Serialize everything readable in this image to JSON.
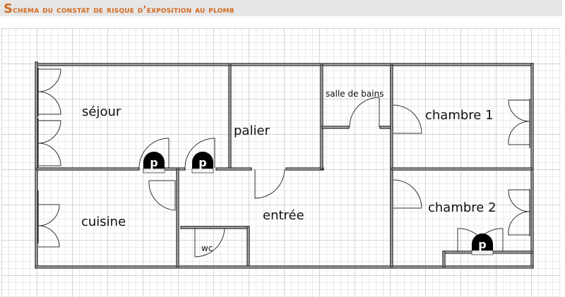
{
  "header": {
    "title_first": "S",
    "title_rest": "chema du constat de risque d’exposition au plomb"
  },
  "plan": {
    "rooms": [
      {
        "id": "sejour",
        "label": "séjour"
      },
      {
        "id": "palier",
        "label": "palier"
      },
      {
        "id": "salle-de-bains",
        "label": "salle de bains"
      },
      {
        "id": "chambre-1",
        "label": "chambre 1"
      },
      {
        "id": "cuisine",
        "label": "cuisine"
      },
      {
        "id": "entree",
        "label": "entrée"
      },
      {
        "id": "wc",
        "label": "wc"
      },
      {
        "id": "chambre-2",
        "label": "chambre 2"
      }
    ],
    "markers": [
      {
        "label": "P",
        "location": "séjour / cuisine door"
      },
      {
        "label": "P",
        "location": "séjour / entrée door"
      },
      {
        "label": "P",
        "location": "chambre 2 window"
      }
    ],
    "colors": {
      "title": "#d2691e",
      "title_bg": "#e6e6e6",
      "grid_minor": "#cfcfcf",
      "grid_major": "#a8a8a8",
      "wall": "#222222"
    }
  }
}
